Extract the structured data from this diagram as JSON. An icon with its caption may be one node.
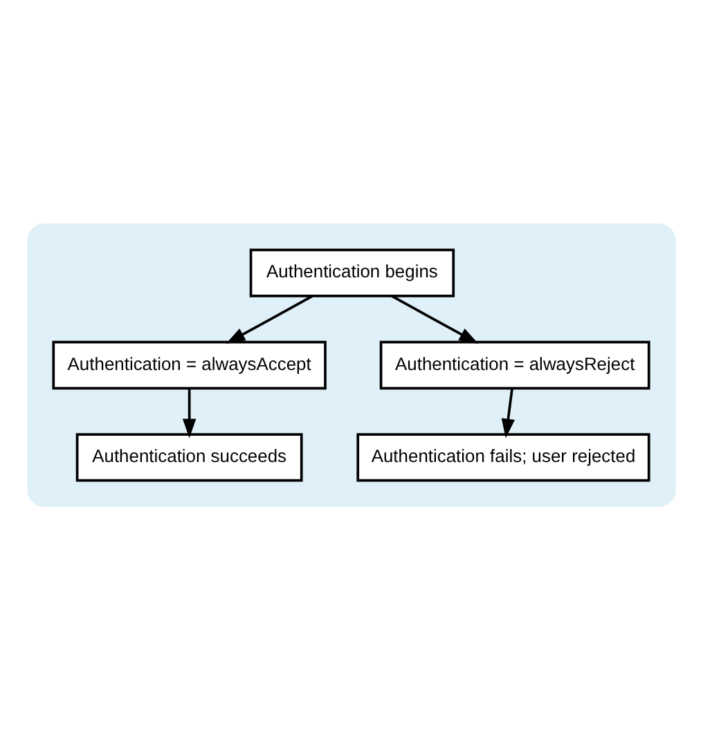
{
  "diagram": {
    "nodes": [
      {
        "text": [],
        "shape": "box"
      },
      {
        "text": [
          "Authentication begins"
        ],
        "in": 0
      },
      {
        "text": [
          "Authentication = alwaysAccept"
        ],
        "in": 0
      },
      {
        "text": [
          "Authentication = alwaysReject"
        ],
        "in": 0
      },
      {
        "text": [
          "Authentication succeeds"
        ],
        "in": 0
      },
      {
        "text": [
          "Authentication fails; user rejected"
        ],
        "in": 0
      }
    ],
    "edges": [
      {
        "from": 1,
        "to": 2,
        "arrow": "to"
      },
      {
        "from": 1,
        "to": 3,
        "arrow": "to"
      },
      {
        "from": 2,
        "to": 4,
        "arrow": "to"
      },
      {
        "from": 3,
        "to": 5,
        "arrow": "to"
      }
    ]
  }
}
